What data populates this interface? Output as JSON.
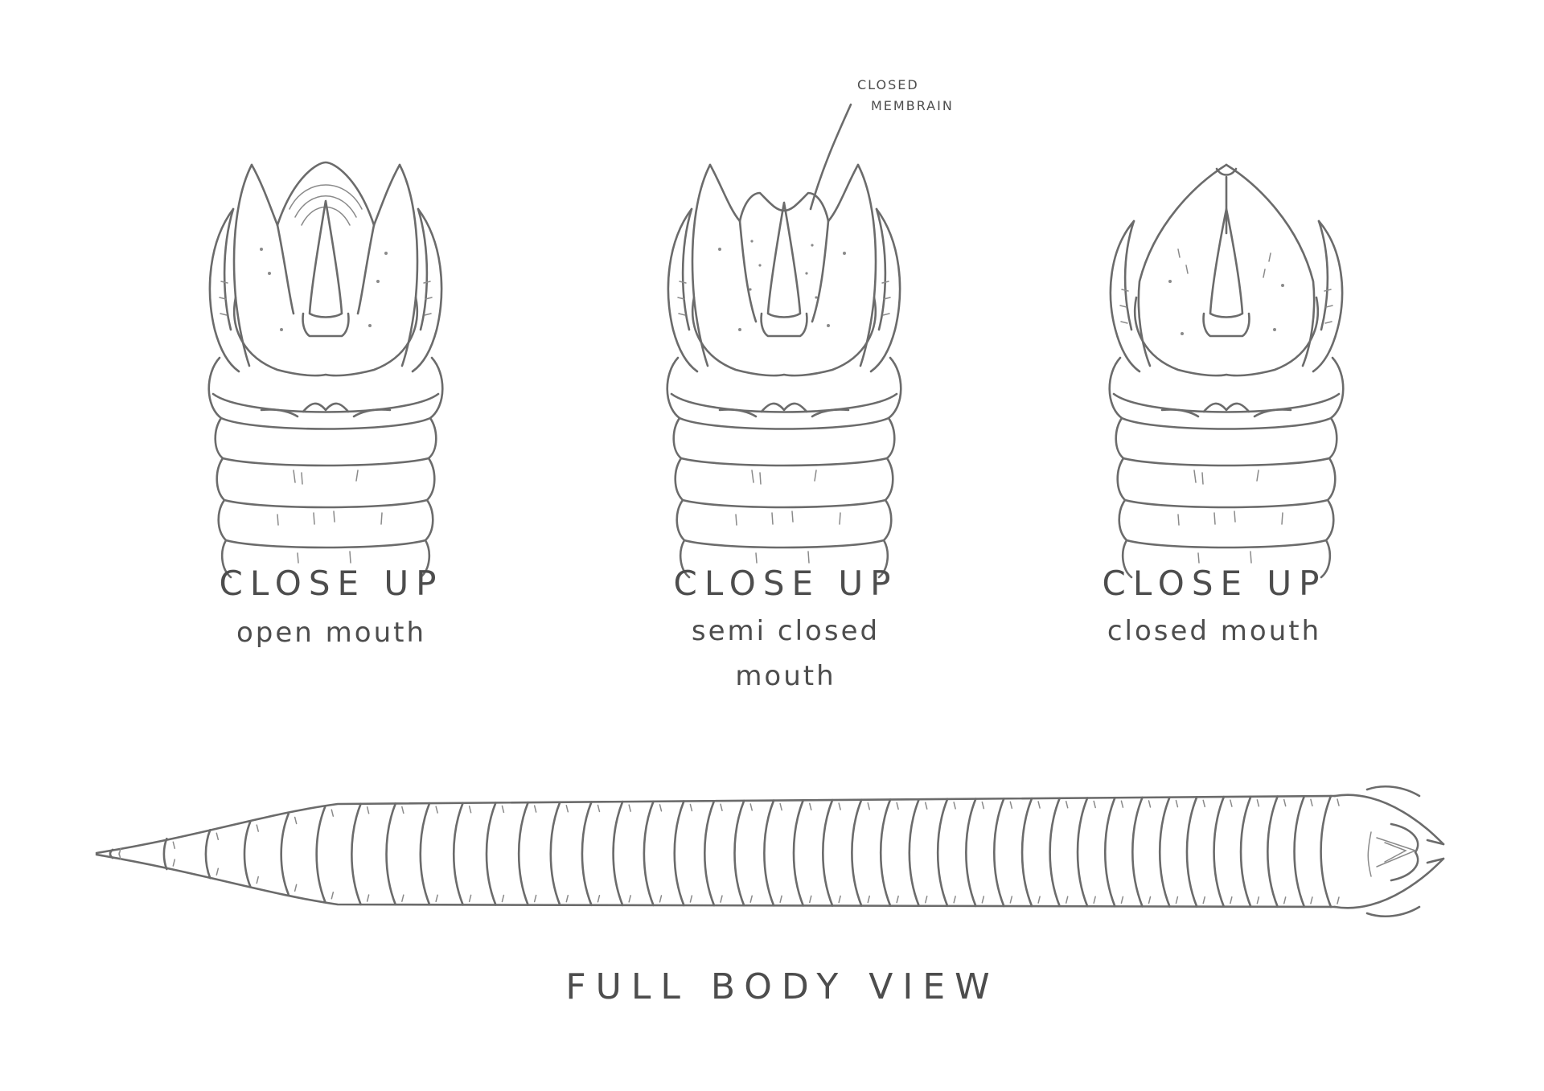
{
  "callout": {
    "line1": "CLOSED",
    "line2": "MEMBRAIN"
  },
  "panels": [
    {
      "title": "CLOSE UP",
      "subtitle_lines": [
        "open mouth"
      ]
    },
    {
      "title": "CLOSE UP",
      "subtitle_lines": [
        "semi closed",
        "mouth"
      ]
    },
    {
      "title": "CLOSE UP",
      "subtitle_lines": [
        "closed mouth"
      ]
    }
  ],
  "full_body": {
    "label": "FULL BODY VIEW",
    "segment_count": 40
  },
  "colors": {
    "background": "#ffffff",
    "ink": "#6b6b6b",
    "lettering": "#4d4d4d"
  }
}
